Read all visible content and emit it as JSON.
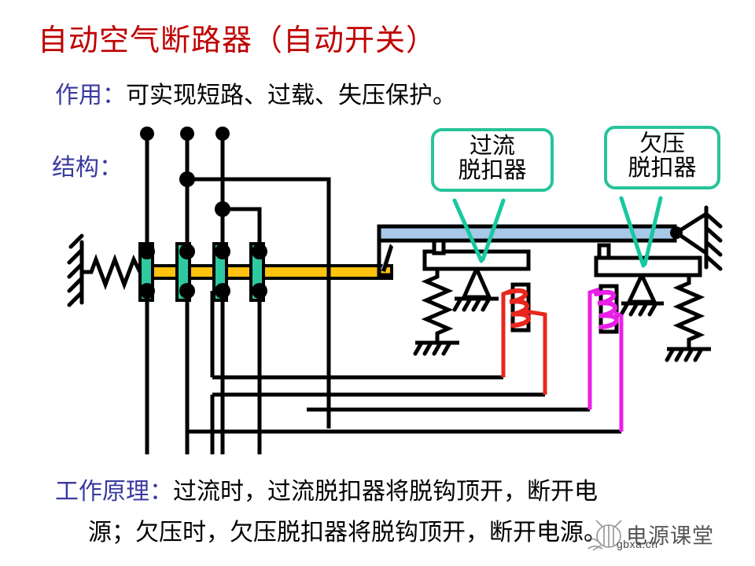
{
  "slide": {
    "title": "自动空气断路器（自动开关）",
    "title_color": "#c00000",
    "label_color": "#3a3aa0",
    "rows": {
      "use_label": "作用：",
      "use_text": "可实现短路、过载、失压保护。",
      "struct_label": "结构：",
      "principle_label": "工作原理：",
      "principle_line1": "过流时，过流脱扣器将脱钩顶开，断开电",
      "principle_line2": "源；欠压时，欠压脱扣器将脱钩顶开，断开电源。"
    }
  },
  "callouts": {
    "overcurrent": {
      "line1": "过流",
      "line2": "脱扣器",
      "border_color": "#27c39a"
    },
    "undervoltage": {
      "line1": "欠压",
      "line2": "脱扣器",
      "border_color": "#27c39a"
    }
  },
  "diagram": {
    "colors": {
      "contact_green": "#2ec9a0",
      "contact_bar_yellow": "#ffc20e",
      "lever_blue": "#a8c8e8",
      "overcurrent_coil_red": "#e8271c",
      "undervoltage_coil_magenta": "#e820e8",
      "wire_black": "#000000",
      "pointer_teal": "#17c8a0"
    },
    "parts": {
      "return_spring": "return-spring",
      "wall_anchor_left": "wall-anchor-left",
      "wall_anchor_right": "wall-anchor-right",
      "moving_contact_bar": "moving-contact-bar",
      "main_lever": "main-lever",
      "latch_hook": "latch-hook",
      "overcurrent_release_coil": "overcurrent-release-coil",
      "undervoltage_release_coil": "undervoltage-release-coil",
      "overcurrent_armature": "overcurrent-armature",
      "undervoltage_armature": "undervoltage-armature",
      "pivot_ground_left": "pivot-ground-left",
      "pivot_ground_right": "pivot-ground-right",
      "tension_spring_left": "tension-spring-left",
      "tension_spring_right": "tension-spring-right",
      "contact_count": 4,
      "terminal_dot_count": 11
    }
  },
  "watermark": {
    "text": "电源课堂",
    "url": "gbxa.cn"
  }
}
